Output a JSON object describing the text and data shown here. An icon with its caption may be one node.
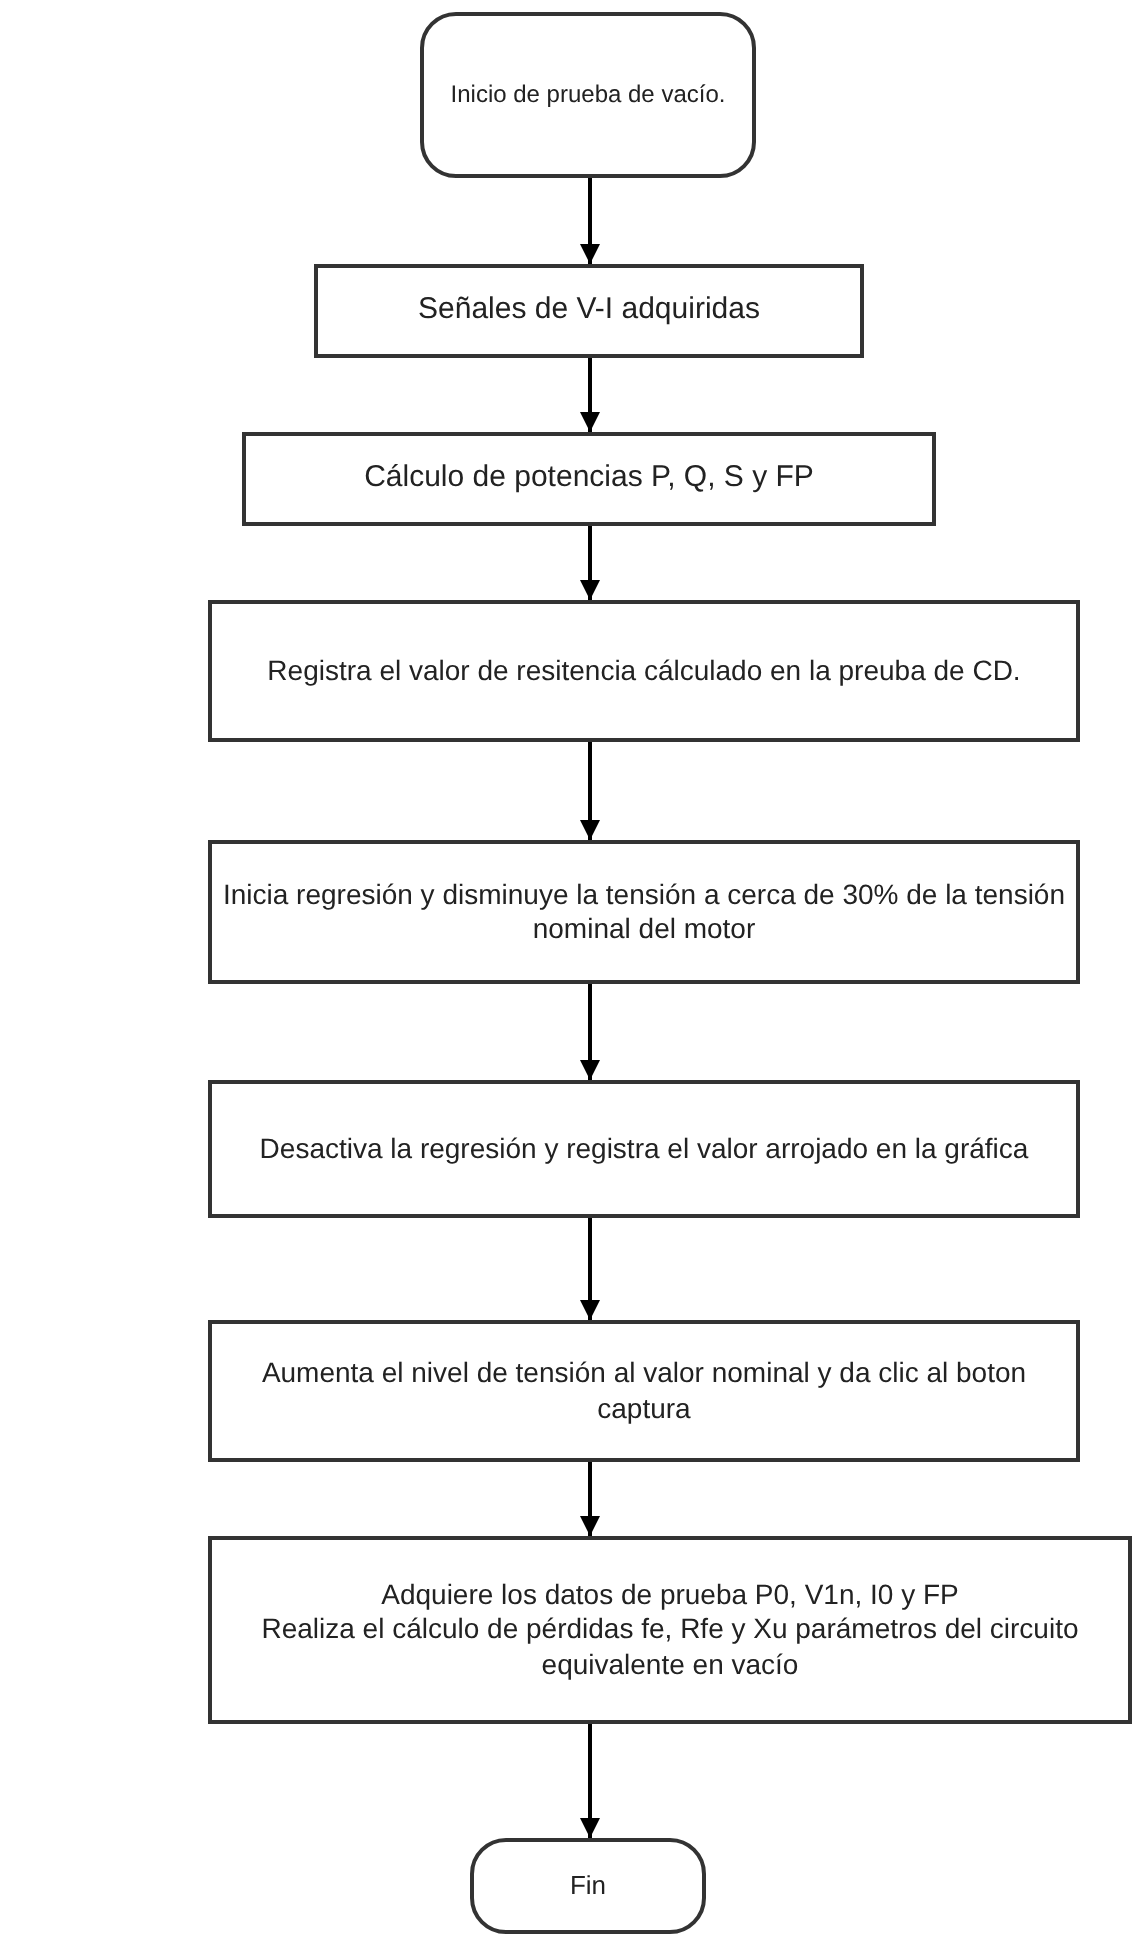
{
  "diagram": {
    "nodes": [
      {
        "text": [
          "Inicio  de prueba de vacío."
        ]
      },
      {
        "text": [
          "Señales de V-I adquiridas"
        ]
      },
      {
        "text": [
          "Cálculo de potencias P, Q, S y FP"
        ]
      },
      {
        "text": [
          "Registra el valor de resitencia cálculado en la preuba de CD."
        ]
      },
      {
        "text": [
          "Inicia regresión y disminuye la tensión a cerca de 30% de la tensión nominal del motor"
        ]
      },
      {
        "text": [
          "Desactiva la regresión y registra el valor arrojado en la gráfica"
        ]
      },
      {
        "text": [
          "Aumenta el nivel de tensión al valor nominal y da clic al boton captura"
        ]
      },
      {
        "text": [
          "Adquiere los datos de prueba P0, V1n, I0 y FP",
          "Realiza el cálculo de pérdidas fe, Rfe y Xu parámetros del circuito equivalente en vacío"
        ]
      },
      {
        "text": [
          "Fin"
        ]
      }
    ],
    "edges": [
      {
        "from": 0,
        "to": 1,
        "arrow": "to"
      },
      {
        "from": 1,
        "to": 2,
        "arrow": "to"
      },
      {
        "from": 2,
        "to": 3,
        "arrow": "to"
      },
      {
        "from": 3,
        "to": 4,
        "arrow": "to"
      },
      {
        "from": 4,
        "to": 5,
        "arrow": "to"
      },
      {
        "from": 5,
        "to": 6,
        "arrow": "to"
      },
      {
        "from": 6,
        "to": 7,
        "arrow": "to"
      },
      {
        "from": 7,
        "to": 8,
        "arrow": "to"
      }
    ]
  }
}
